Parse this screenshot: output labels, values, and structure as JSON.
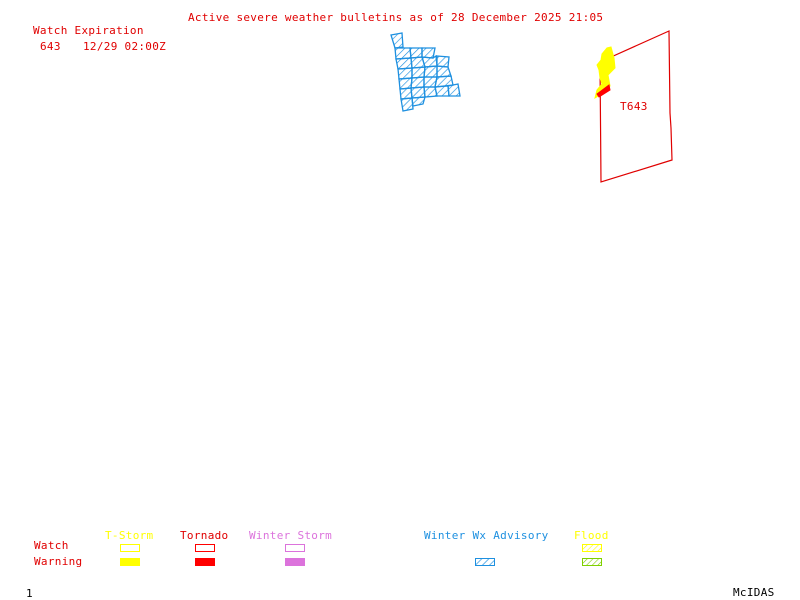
{
  "header": {
    "title": "Active severe weather bulletins as of 28 December 2025 21:05"
  },
  "watch_expiration": {
    "heading": "Watch Expiration",
    "rows": [
      {
        "id": "643",
        "expires": "12/29 02:00Z"
      }
    ]
  },
  "map": {
    "watch_label": "T643",
    "watch_type": "Tornado",
    "features": [
      {
        "kind": "Tornado Watch",
        "label": "T643",
        "color": "#e00000"
      },
      {
        "kind": "T-Storm Warning",
        "color": "#ffff00"
      },
      {
        "kind": "Tornado Warning",
        "color": "#ff0000"
      },
      {
        "kind": "Winter Wx Advisory",
        "color": "#1e90e0"
      }
    ]
  },
  "legend": {
    "row_labels": {
      "watch": "Watch",
      "warning": "Warning"
    },
    "columns": [
      {
        "label": "T-Storm",
        "color": "#ffff00",
        "watch": "outline",
        "warning": "filled"
      },
      {
        "label": "Tornado",
        "color": "#ff0000",
        "watch": "outline",
        "warning": "filled"
      },
      {
        "label": "Winter Storm",
        "color": "#dc73dc",
        "watch": "outline",
        "warning": "filled"
      },
      {
        "label": "Winter Wx Advisory",
        "color": "#1e90e0",
        "watch": "none",
        "warning": "hatched"
      },
      {
        "label": "Flood",
        "color": "#ffff00",
        "watch": "hatched",
        "warning": "hatched",
        "warning_color": "#7fd000"
      }
    ]
  },
  "footer": {
    "frame_number": "1",
    "software": "McIDAS"
  }
}
